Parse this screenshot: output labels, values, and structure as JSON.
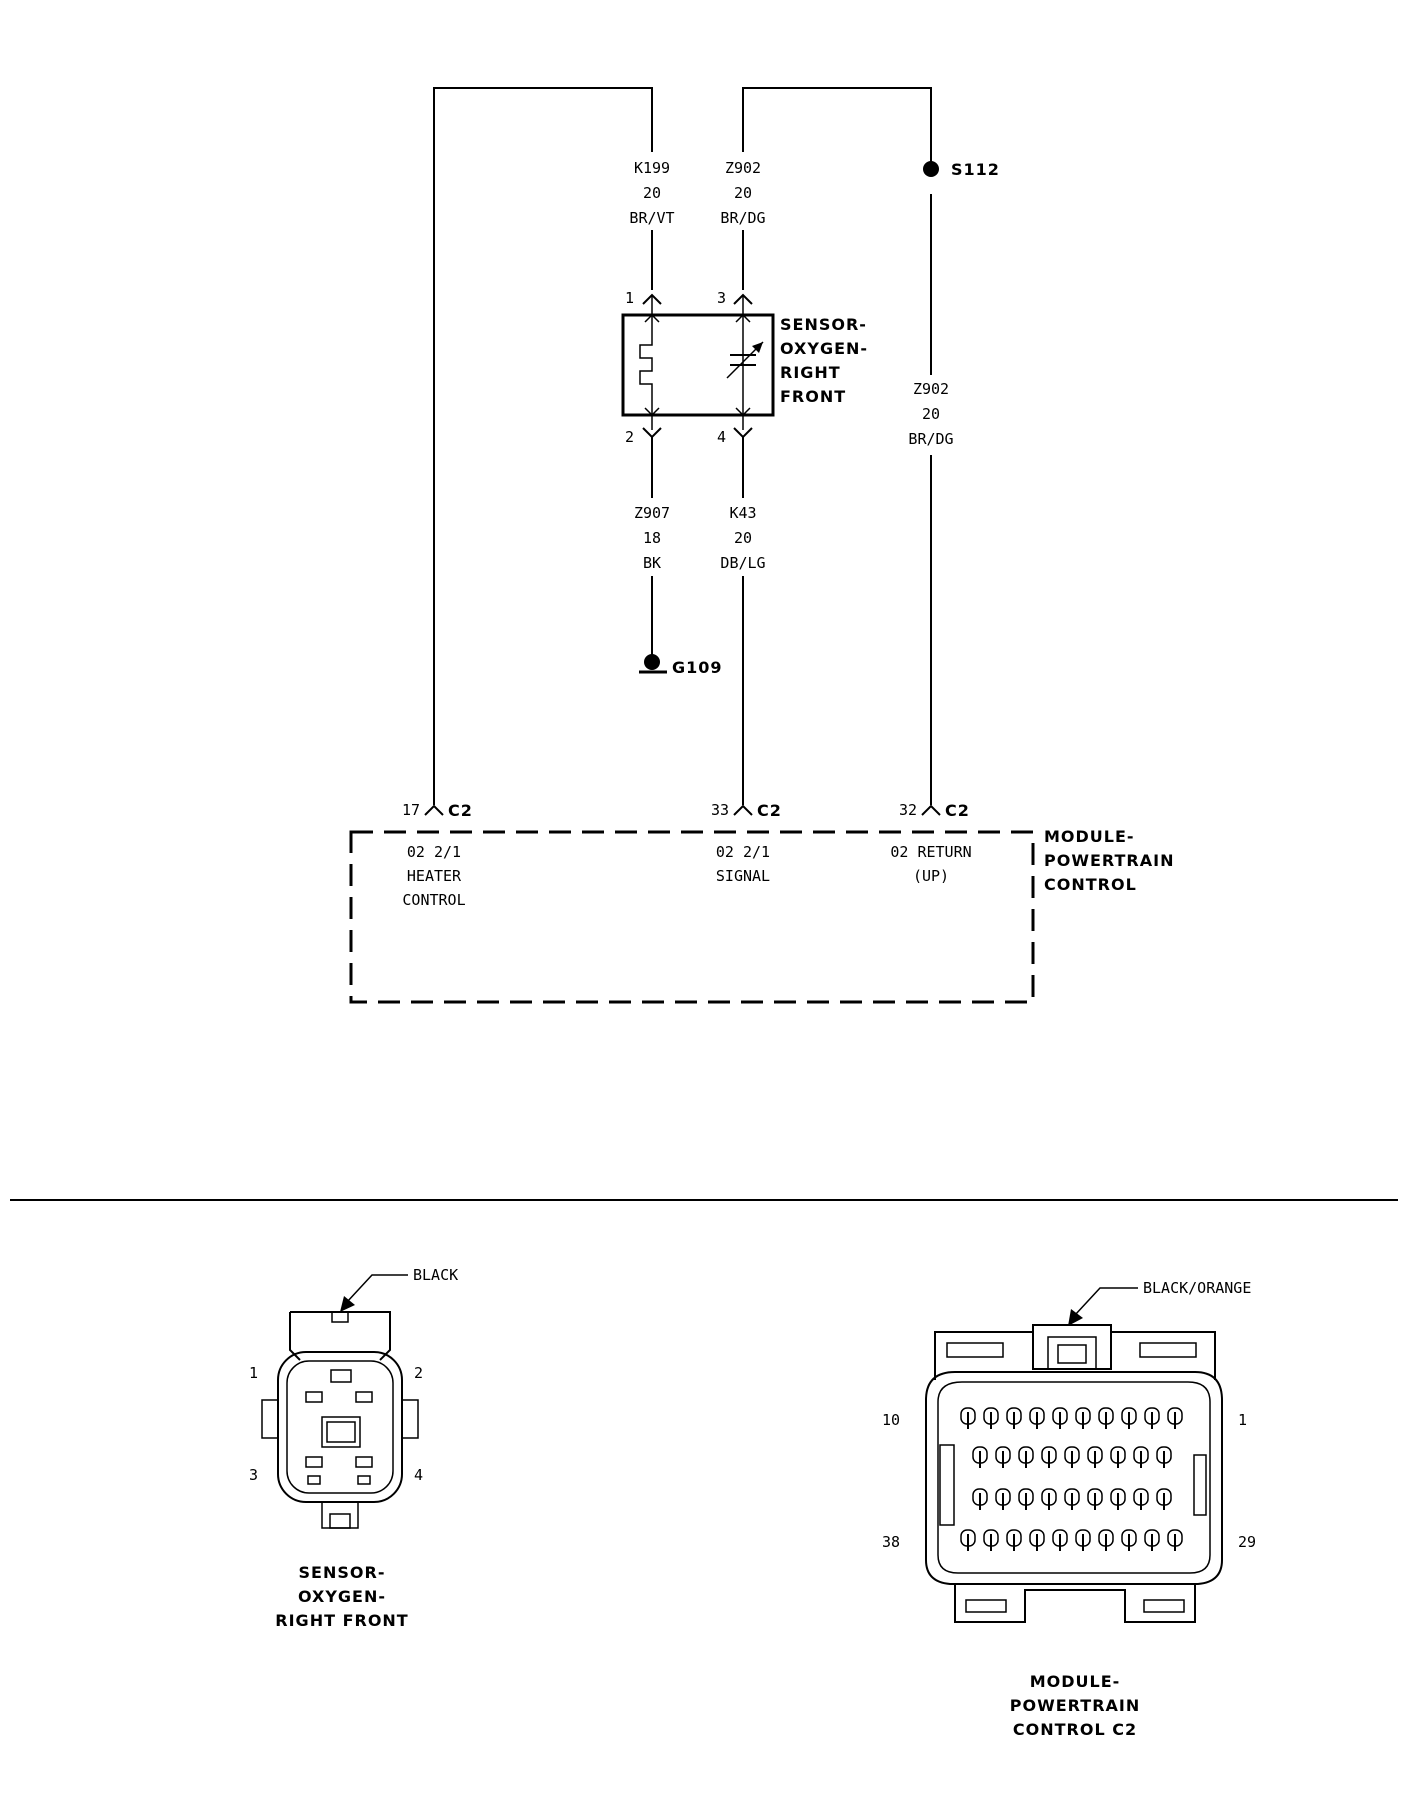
{
  "wiring": {
    "wire_k199": {
      "circuit": "K199",
      "gauge": "20",
      "color": "BR/VT"
    },
    "wire_z902_top": {
      "circuit": "Z902",
      "gauge": "20",
      "color": "BR/DG"
    },
    "wire_z902_right": {
      "circuit": "Z902",
      "gauge": "20",
      "color": "BR/DG"
    },
    "wire_z907": {
      "circuit": "Z907",
      "gauge": "18",
      "color": "BK"
    },
    "wire_k43": {
      "circuit": "K43",
      "gauge": "20",
      "color": "DB/LG"
    },
    "splice": "S112",
    "ground": "G109"
  },
  "sensor": {
    "name_lines": [
      "SENSOR-",
      "OXYGEN-",
      "RIGHT",
      "FRONT"
    ],
    "pins": {
      "p1": "1",
      "p2": "2",
      "p3": "3",
      "p4": "4"
    }
  },
  "pcm": {
    "name_lines": [
      "MODULE-",
      "POWERTRAIN",
      "CONTROL"
    ],
    "connector": "C2",
    "pin_17": {
      "cavity": "17",
      "lines": [
        "02 2/1",
        "HEATER",
        "CONTROL"
      ]
    },
    "pin_33": {
      "cavity": "33",
      "lines": [
        "02 2/1",
        "SIGNAL"
      ]
    },
    "pin_32": {
      "cavity": "32",
      "lines": [
        "02 RETURN",
        "(UP)"
      ]
    }
  },
  "connector_views": {
    "sensor_view": {
      "color_label": "BLACK",
      "pins": {
        "p1": "1",
        "p2": "2",
        "p3": "3",
        "p4": "4"
      },
      "title_lines": [
        "SENSOR-",
        "OXYGEN-",
        "RIGHT FRONT"
      ]
    },
    "pcm_view": {
      "color_label": "BLACK/ORANGE",
      "pins": {
        "p10": "10",
        "p1": "1",
        "p38": "38",
        "p29": "29"
      },
      "title_lines": [
        "MODULE-",
        "POWERTRAIN",
        "CONTROL C2"
      ]
    }
  }
}
